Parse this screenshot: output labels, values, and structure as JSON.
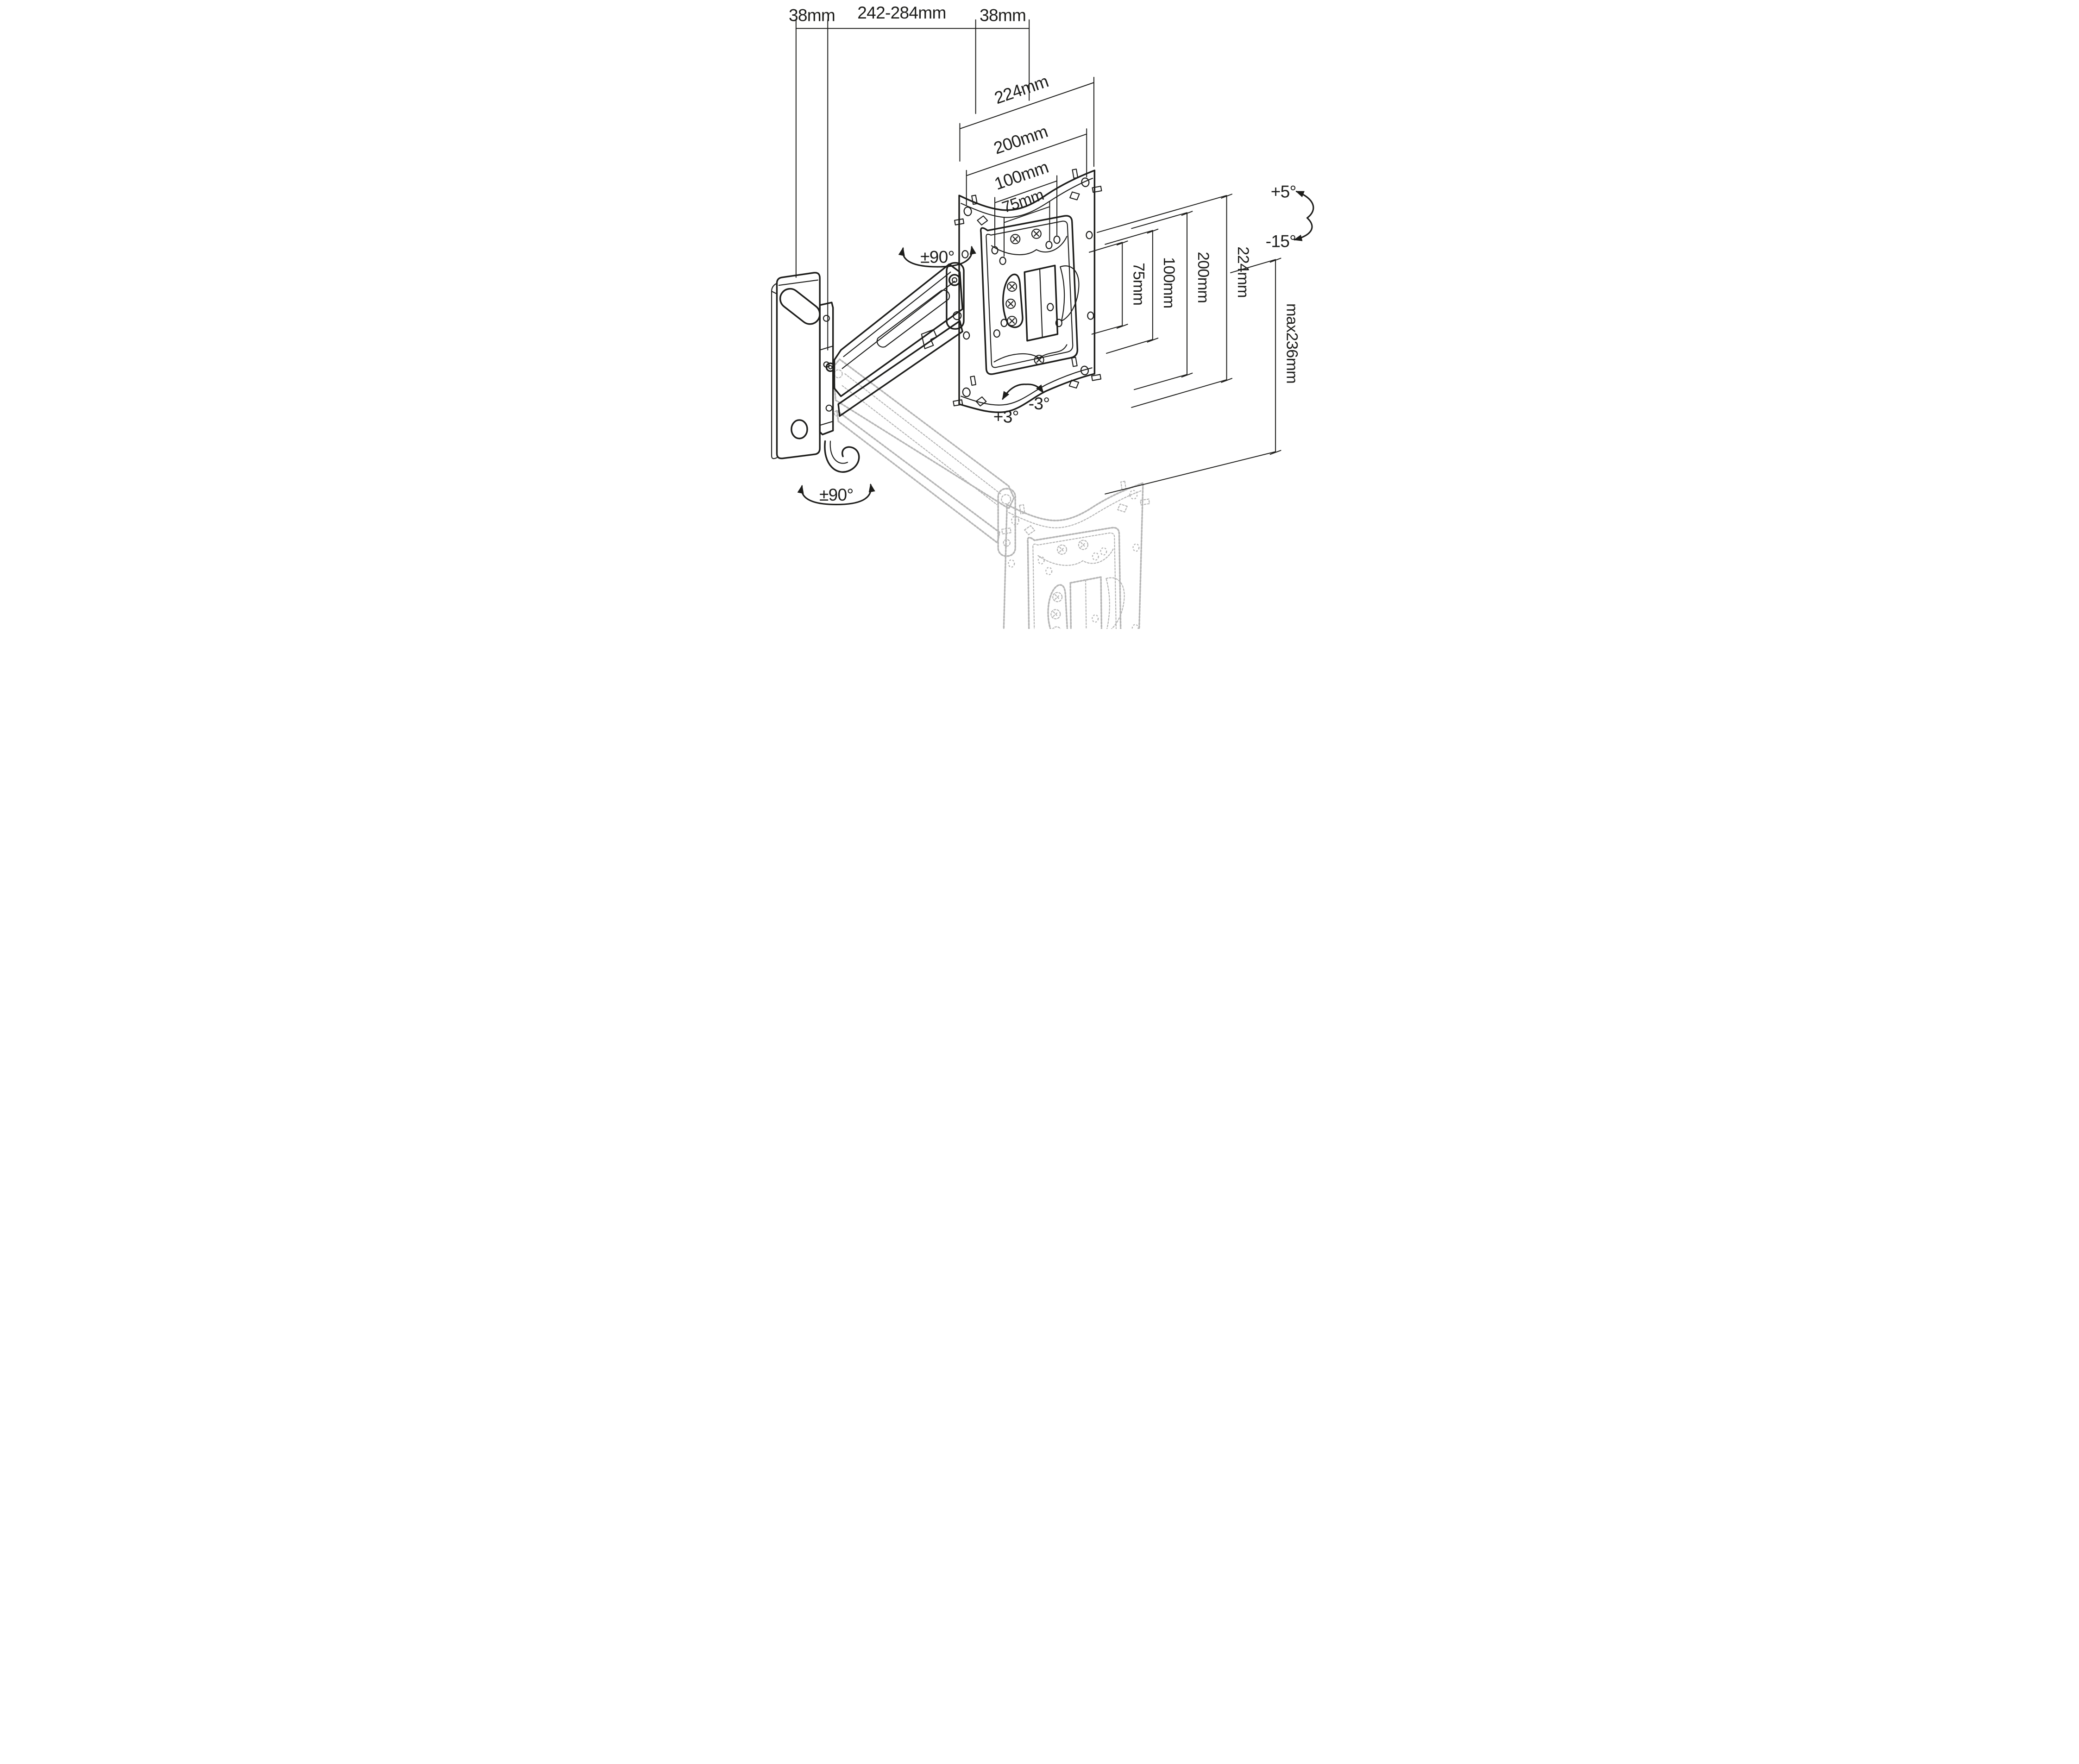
{
  "document": {
    "type": "technical-line-drawing",
    "subject": "Full-motion TV wall mount with gas-spring arm and VESA plate",
    "background_color": "#ffffff",
    "line_color": "#1d1d1b",
    "ghost_line_color": "#b5b5b5"
  },
  "dims": {
    "wall_offset_left": "38mm",
    "extension_range": "242-284mm",
    "depth_offset": "38mm",
    "plate_width": "224mm",
    "vesa_w200": "200mm",
    "vesa_w100": "100mm",
    "vesa_w75": "75mm",
    "vesa_h75": "75mm",
    "vesa_h100": "100mm",
    "vesa_h200": "200mm",
    "plate_height": "224mm",
    "travel_max": "max236mm"
  },
  "angles": {
    "tilt_up": "+5°",
    "tilt_down": "-15°",
    "swivel_upper": "±90°",
    "swivel_lower": "±90°",
    "level_cw": "+3°",
    "level_ccw": "-3°"
  }
}
